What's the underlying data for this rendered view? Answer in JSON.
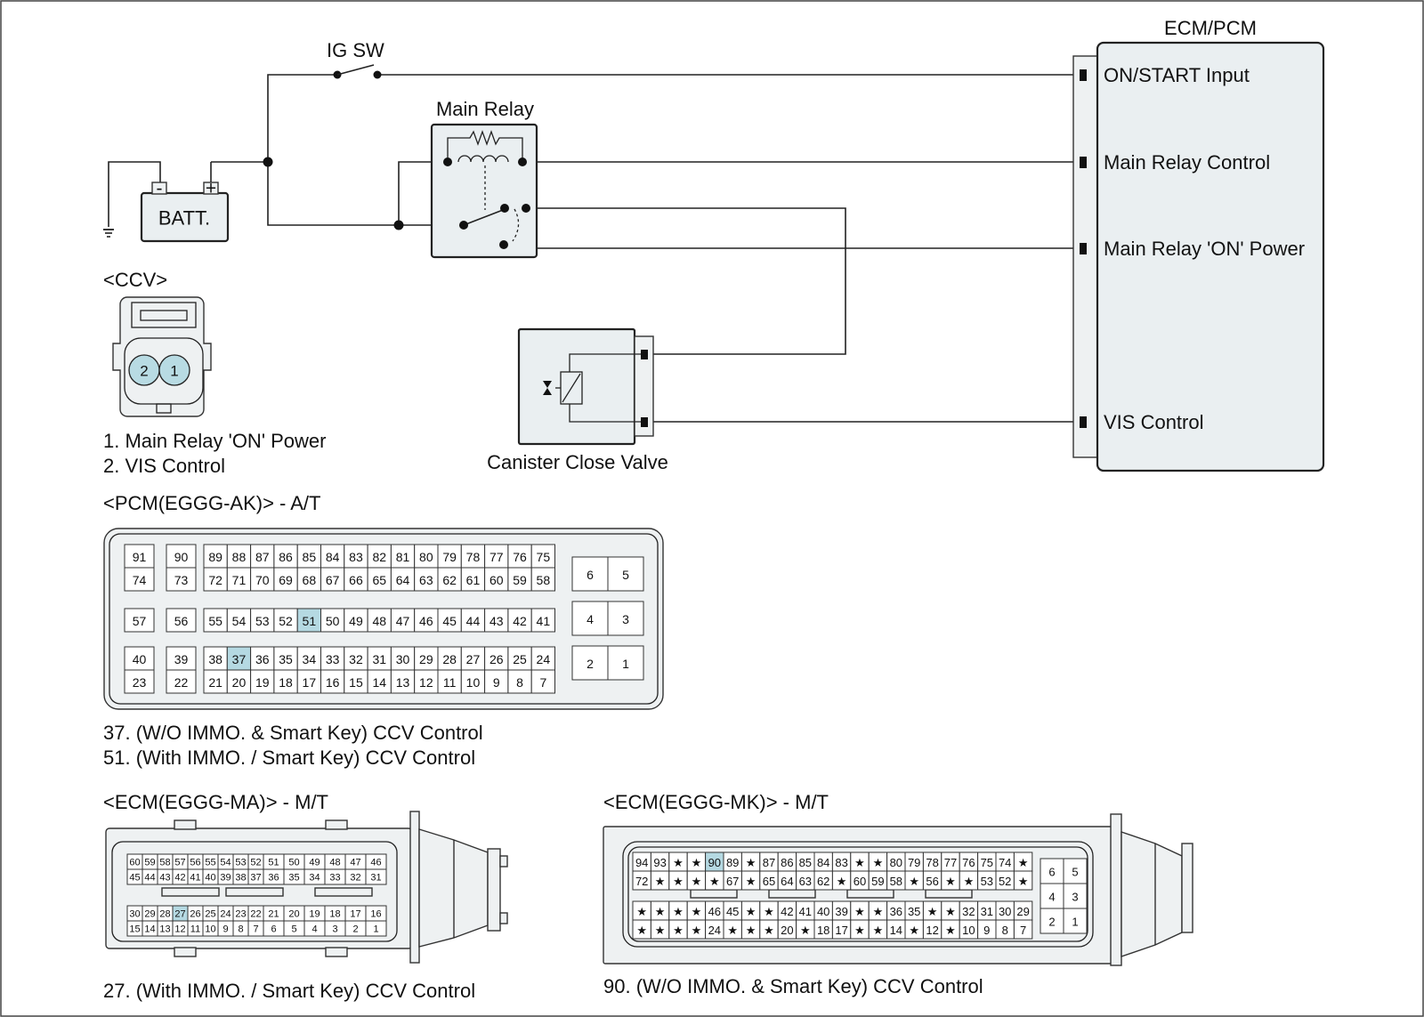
{
  "schematic": {
    "ig_sw": "IG SW",
    "ecm_pcm": "ECM/PCM",
    "pins": {
      "on_start": "ON/START Input",
      "main_relay_control": "Main Relay Control",
      "main_relay_on_power": "Main Relay 'ON' Power",
      "vis_control": "VIS Control"
    },
    "main_relay": "Main Relay",
    "batt": "BATT.",
    "batt_minus": "-",
    "batt_plus": "+",
    "canister": "Canister Close Valve"
  },
  "ccv": {
    "title": "<CCV>",
    "pin1": "1",
    "pin2": "2",
    "legend": [
      "1. Main Relay 'ON' Power",
      "2. VIS Control"
    ]
  },
  "pcm_ak": {
    "title": "<PCM(EGGG-AK)> - A/T",
    "rows": [
      [
        "91",
        "90",
        "89",
        "88",
        "87",
        "86",
        "85",
        "84",
        "83",
        "82",
        "81",
        "80",
        "79",
        "78",
        "77",
        "76",
        "75"
      ],
      [
        "74",
        "73",
        "72",
        "71",
        "70",
        "69",
        "68",
        "67",
        "66",
        "65",
        "64",
        "63",
        "62",
        "61",
        "60",
        "59",
        "58"
      ],
      [
        "57",
        "56",
        "55",
        "54",
        "53",
        "52",
        "51",
        "50",
        "49",
        "48",
        "47",
        "46",
        "45",
        "44",
        "43",
        "42",
        "41"
      ],
      [
        "40",
        "39",
        "38",
        "37",
        "36",
        "35",
        "34",
        "33",
        "32",
        "31",
        "30",
        "29",
        "28",
        "27",
        "26",
        "25",
        "24"
      ],
      [
        "23",
        "22",
        "21",
        "20",
        "19",
        "18",
        "17",
        "16",
        "15",
        "14",
        "13",
        "12",
        "11",
        "10",
        "9",
        "8",
        "7"
      ]
    ],
    "side": [
      [
        "6",
        "5"
      ],
      [
        "4",
        "3"
      ],
      [
        "2",
        "1"
      ]
    ],
    "highlight": [
      "51",
      "37"
    ],
    "legend": [
      "37. (W/O IMMO. & Smart Key) CCV Control",
      "51. (With IMMO. / Smart Key) CCV Control"
    ]
  },
  "ecm_ma": {
    "title": "<ECM(EGGG-MA)> - M/T",
    "rows": [
      [
        "60",
        "59",
        "58",
        "57",
        "56",
        "55",
        "54",
        "53",
        "52",
        "51",
        "50",
        "49",
        "48",
        "47",
        "46"
      ],
      [
        "45",
        "44",
        "43",
        "42",
        "41",
        "40",
        "39",
        "38",
        "37",
        "36",
        "35",
        "34",
        "33",
        "32",
        "31"
      ],
      [
        "30",
        "29",
        "28",
        "27",
        "26",
        "25",
        "24",
        "23",
        "22",
        "21",
        "20",
        "19",
        "18",
        "17",
        "16"
      ],
      [
        "15",
        "14",
        "13",
        "12",
        "11",
        "10",
        "9",
        "8",
        "7",
        "6",
        "5",
        "4",
        "3",
        "2",
        "1"
      ]
    ],
    "highlight": [
      "27"
    ],
    "legend": "27. (With IMMO. / Smart Key) CCV Control"
  },
  "ecm_mk": {
    "title": "<ECM(EGGG-MK)> - M/T",
    "rows": [
      [
        "94",
        "93",
        "★",
        "★",
        "90",
        "89",
        "★",
        "87",
        "86",
        "85",
        "84",
        "83",
        "★",
        "★",
        "80",
        "79",
        "78",
        "77",
        "76",
        "75",
        "74",
        "★"
      ],
      [
        "72",
        "★",
        "★",
        "★",
        "★",
        "67",
        "★",
        "65",
        "64",
        "63",
        "62",
        "★",
        "60",
        "59",
        "58",
        "★",
        "56",
        "★",
        "★",
        "53",
        "52",
        "★"
      ],
      [
        "★",
        "★",
        "★",
        "★",
        "46",
        "45",
        "★",
        "★",
        "42",
        "41",
        "40",
        "39",
        "★",
        "★",
        "36",
        "35",
        "★",
        "★",
        "32",
        "31",
        "30",
        "29"
      ],
      [
        "★",
        "★",
        "★",
        "★",
        "24",
        "★",
        "★",
        "★",
        "20",
        "★",
        "18",
        "17",
        "★",
        "★",
        "14",
        "★",
        "12",
        "★",
        "10",
        "9",
        "8",
        "7"
      ]
    ],
    "side": [
      [
        "6",
        "5"
      ],
      [
        "4",
        "3"
      ],
      [
        "2",
        "1"
      ]
    ],
    "highlight": [
      "90"
    ],
    "legend": "90. (W/O IMMO. & Smart Key) CCV Control"
  }
}
